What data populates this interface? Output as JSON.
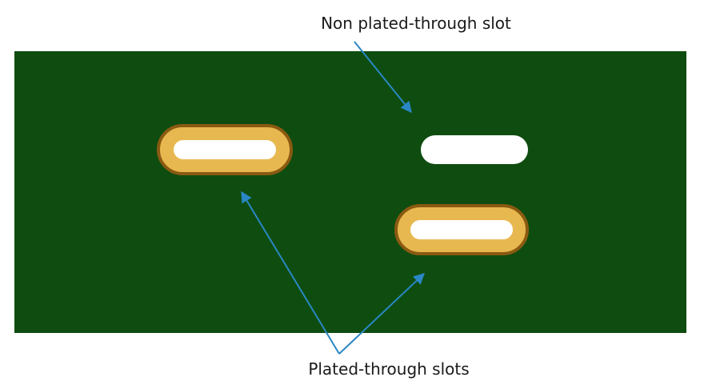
{
  "labels": {
    "top": "Non plated-through slot",
    "bottom": "Plated-through slots"
  },
  "colors": {
    "board": "#0e4d0f",
    "plating_ring": "#e8b850",
    "plating_outline": "#8a5a12",
    "hole": "#ffffff",
    "arrow": "#2a86c4",
    "text": "#1a1a1a"
  },
  "icons": {
    "pcb": "pcb-board",
    "arrow": "callout-arrow"
  }
}
